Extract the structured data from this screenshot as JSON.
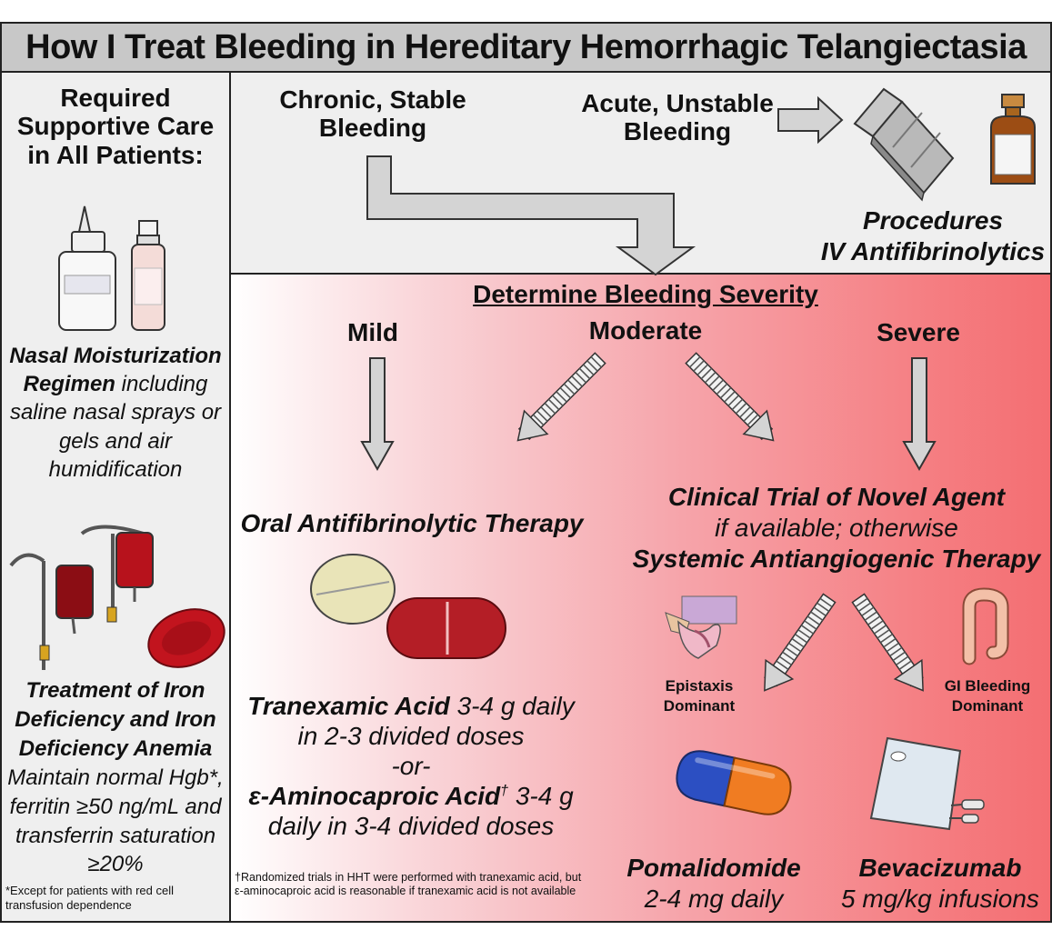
{
  "title": "How I Treat Bleeding in Hereditary Hemorrhagic Telangiectasia",
  "left": {
    "heading": [
      "Required",
      "Supportive Care",
      "in All Patients:"
    ],
    "nasal": {
      "bold": "Nasal Moisturization Regimen",
      "rest": "including saline nasal sprays or gels and air humidification"
    },
    "iron": {
      "bold": "Treatment of Iron Deficiency and Iron Deficiency Anemia",
      "rest": "Maintain normal Hgb*, ferritin ≥50 ng/mL and transferrin saturation ≥20%"
    },
    "footnote": "*Except for patients with red cell transfusion dependence"
  },
  "top": {
    "chronic": [
      "Chronic, Stable",
      "Bleeding"
    ],
    "acute": [
      "Acute, Unstable",
      "Bleeding"
    ],
    "procedures": [
      "Procedures",
      "IV Antifibrinolytics"
    ]
  },
  "main": {
    "determine": "Determine Bleeding Severity",
    "mild": "Mild",
    "moderate": "Moderate",
    "severe": "Severe",
    "oral": "Oral Antifibrinolytic Therapy",
    "txa_bold": "Tranexamic Acid",
    "txa_rest1": " 3-4 g daily",
    "txa_rest2": "in 2-3 divided doses",
    "or": "-or-",
    "eaca_bold": "ε-Aminocaproic Acid",
    "eaca_dagger": "†",
    "eaca_rest1": " 3-4 g",
    "eaca_rest2": "daily in 3-4 divided doses",
    "dagger_note": "†Randomized trials in HHT were performed with tranexamic acid, but ε-aminocaproic acid is reasonable if tranexamic acid is not available",
    "trial": "Clinical Trial of Novel Agent",
    "ifavail": "if available; otherwise",
    "systemic": "Systemic Antiangiogenic Therapy",
    "epistaxis": [
      "Epistaxis",
      "Dominant"
    ],
    "gi": [
      "GI Bleeding",
      "Dominant"
    ],
    "pomalidomide": "Pomalidomide",
    "poma_dose": "2-4 mg daily",
    "bevacizumab": "Bevacizumab",
    "beva_dose": "5 mg/kg infusions"
  },
  "colors": {
    "gray_panel": "#efefef",
    "title_bar": "#c8c8c8",
    "gradient_end": "#f46e72",
    "arrow_fill": "#d4d4d4"
  }
}
